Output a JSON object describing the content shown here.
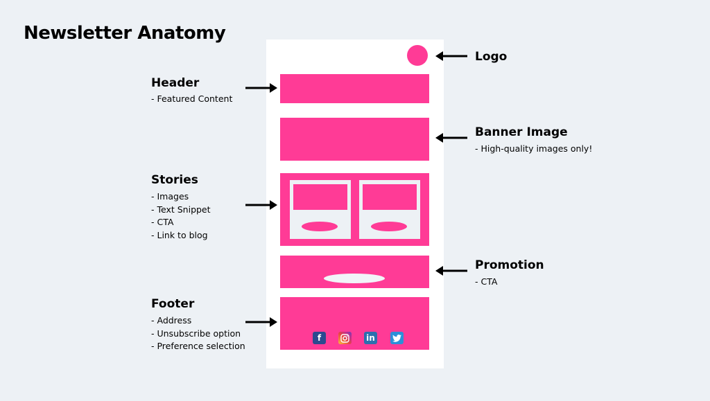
{
  "colors": {
    "accent": "#ff3b96",
    "background": "#edf1f5",
    "canvas": "#ffffff"
  },
  "title": "Newsletter Anatomy",
  "sections": {
    "logo": {
      "title": "Logo",
      "items": []
    },
    "header": {
      "title": "Header",
      "items": [
        "- Featured Content"
      ]
    },
    "banner": {
      "title": "Banner Image",
      "items": [
        "- High-quality images only!"
      ]
    },
    "stories": {
      "title": "Stories",
      "items": [
        "- Images",
        "- Text Snippet",
        "- CTA",
        "- Link to blog"
      ]
    },
    "promotion": {
      "title": "Promotion",
      "items": [
        "- CTA"
      ]
    },
    "footer": {
      "title": "Footer",
      "items": [
        "- Address",
        "- Unsubscribe option",
        "- Preference selection"
      ]
    }
  },
  "social_icons": [
    {
      "icon": "facebook-icon",
      "glyph": "f"
    },
    {
      "icon": "instagram-icon",
      "glyph": ""
    },
    {
      "icon": "linkedin-icon",
      "glyph": "in"
    },
    {
      "icon": "twitter-icon",
      "glyph": ""
    }
  ]
}
